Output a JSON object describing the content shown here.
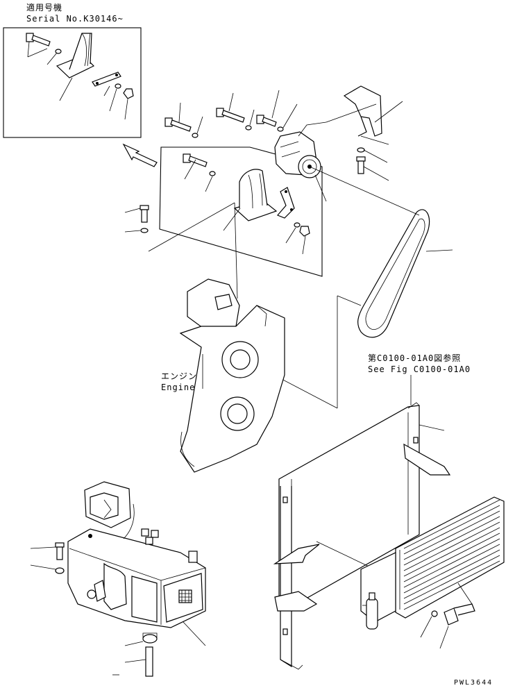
{
  "labels": {
    "serial_jp": "適用号機",
    "serial_en": "Serial No.K30146~",
    "engine_jp": "エンジン",
    "engine_en": "Engine",
    "see_fig_jp": "第C0100-01A0図参照",
    "see_fig_en": "See Fig C0100-01A0",
    "drawing_code": "PWL3644"
  }
}
